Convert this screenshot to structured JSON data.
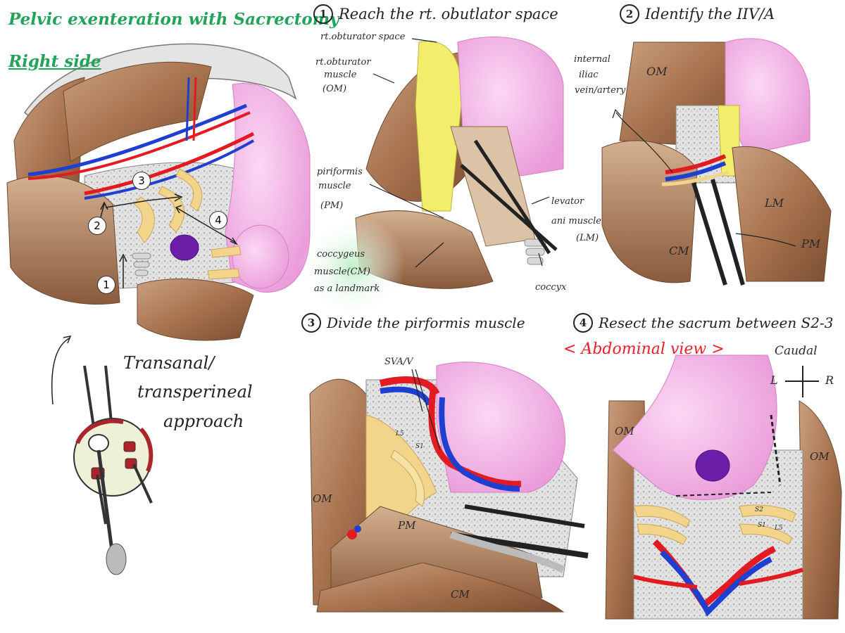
{
  "title_line1": "Pelvic exenteration with Sacrectomy",
  "title_line2": "Right side",
  "approach_label": [
    "Transanal/",
    "transperineal",
    "approach"
  ],
  "overview_markers": [
    "1",
    "2",
    "3",
    "4"
  ],
  "steps": [
    {
      "number": "1",
      "title": "Reach the rt. obutlator space"
    },
    {
      "number": "2",
      "title": "Identify the IIV/A"
    },
    {
      "number": "3",
      "title": "Divide the pirformis muscle"
    },
    {
      "number": "4",
      "title": "Resect the sacrum between S2-3"
    }
  ],
  "panel1_labels": {
    "obturator_space": "rt.obturator space",
    "obturator_muscle": [
      "rt.obturator",
      "muscle",
      "(OM)"
    ],
    "iliac": [
      "internal",
      "iliac",
      "vein/artery"
    ],
    "piriformis": [
      "piriformis",
      "muscle",
      "(PM)"
    ],
    "levator": [
      "levator",
      "ani muscle",
      "(LM)"
    ],
    "coccygeus": [
      "coccygeus",
      "muscle(CM)",
      "as a landmark"
    ],
    "coccyx": "coccyx"
  },
  "panel2_labels": {
    "om": "OM",
    "lm": "LM",
    "cm": "CM",
    "pm": "PM"
  },
  "panel3_labels": {
    "sva": "SVA/V",
    "l5": "L5",
    "s1": "S1",
    "om": "OM",
    "pm": "PM",
    "cm": "CM"
  },
  "panel4_labels": {
    "view": "< Abdominal view >",
    "caudal": "Caudal",
    "left": "L",
    "right": "R",
    "om_left": "OM",
    "om_right": "OM",
    "s2": "S2",
    "s1": "S1",
    "l5": "L5"
  },
  "colors": {
    "muscle": "#b07a55",
    "muscle_dark": "#7d5236",
    "artery": "#e21b22",
    "vein": "#1f3fd0",
    "nerve": "#f2d58a",
    "tumor": "#6b1fa8",
    "rectum": "#f2b3e4",
    "fat": "#f2ee6c",
    "bone": "#cfcfcf",
    "title_green": "#23a35a",
    "view_red": "#e8202a"
  }
}
